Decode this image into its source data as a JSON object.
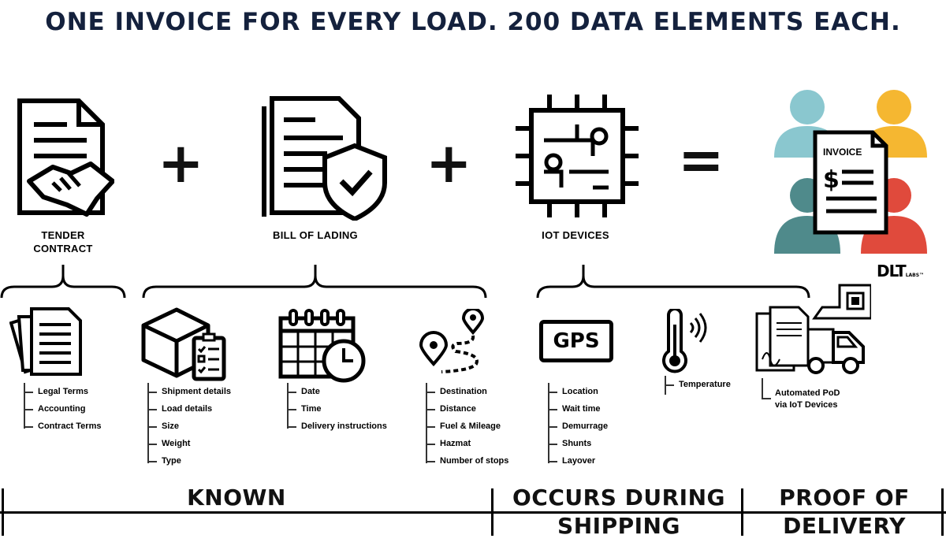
{
  "title": "ONE INVOICE FOR EVERY LOAD. 200 DATA ELEMENTS EACH.",
  "operators": {
    "plus": "+",
    "equals": "="
  },
  "sources": [
    {
      "label_line1": "TENDER",
      "label_line2": "CONTRACT",
      "icon": "contract-handshake-icon"
    },
    {
      "label": "BILL OF LADING",
      "icon": "document-shield-icon"
    },
    {
      "label": "IOT DEVICES",
      "icon": "microchip-icon"
    }
  ],
  "result": {
    "invoice_label": "INVOICE",
    "brand": "DLT",
    "brand_sub": "LABS™",
    "icon": "people-invoice-icon",
    "colors": [
      "#8ac7cf",
      "#f5b731",
      "#4f8a8b",
      "#e04a3c"
    ]
  },
  "groups": {
    "legal": {
      "icon": "papers-icon",
      "items": [
        "Legal Terms",
        "Accounting",
        "Contract Terms"
      ]
    },
    "shipment": {
      "icon": "box-checklist-icon",
      "items": [
        "Shipment details",
        "Load details",
        "Size",
        "Weight",
        "Type"
      ]
    },
    "schedule": {
      "icon": "calendar-clock-icon",
      "items": [
        "Date",
        "Time",
        "Delivery instructions"
      ]
    },
    "route": {
      "icon": "route-pins-icon",
      "items": [
        "Destination",
        "Distance",
        "Fuel & Mileage",
        "Hazmat",
        "Number of stops"
      ]
    },
    "gps": {
      "icon": "gps-icon",
      "badge": "GPS",
      "items": [
        "Location",
        "Wait time",
        "Demurrage",
        "Shunts",
        "Layover"
      ]
    },
    "temperature": {
      "icon": "thermometer-icon",
      "items": [
        "Temperature"
      ]
    },
    "pod": {
      "icon": "truck-pod-icon",
      "line1": "Automated PoD",
      "line2": "via IoT Devices"
    }
  },
  "phases": {
    "known": "KNOWN",
    "occurs_line1": "OCCURS DURING",
    "occurs_line2": "SHIPPING",
    "proof_line1": "PROOF OF",
    "proof_line2": "DELIVERY"
  }
}
